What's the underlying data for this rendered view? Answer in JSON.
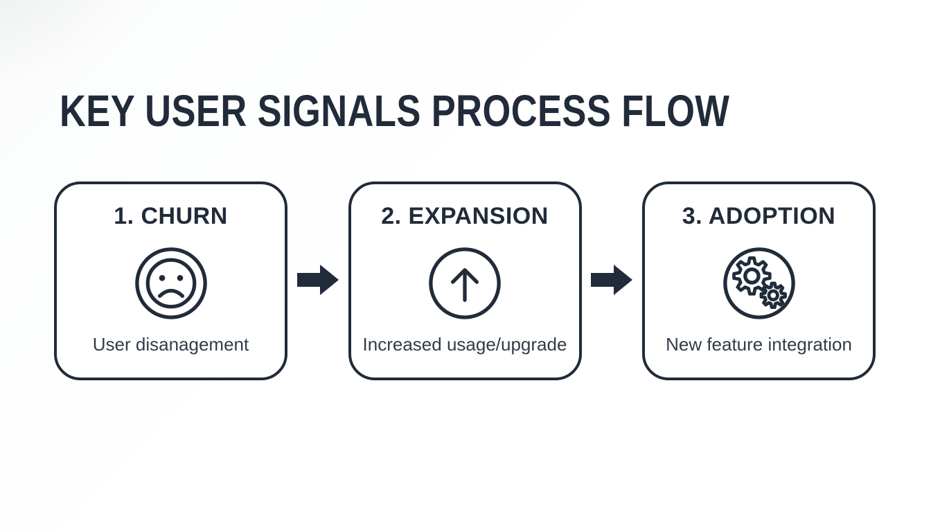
{
  "page": {
    "title": "KEY USER SIGNALS PROCESS FLOW"
  },
  "steps": [
    {
      "label": "1. CHURN",
      "caption": "User disanagement",
      "icon": "sad-face-circle-icon"
    },
    {
      "label": "2. EXPANSION",
      "caption": "Increased usage/upgrade",
      "icon": "arrow-up-circle-icon"
    },
    {
      "label": "3. ADOPTION",
      "caption": "New feature integration",
      "icon": "gears-circle-icon"
    }
  ],
  "connectors": [
    {
      "type": "arrow-right"
    },
    {
      "type": "arrow-right"
    }
  ],
  "colors": {
    "ink": "#212b3a",
    "caption_text": "#313c49",
    "card_background": "#ffffff",
    "page_background": "#ffffff"
  }
}
